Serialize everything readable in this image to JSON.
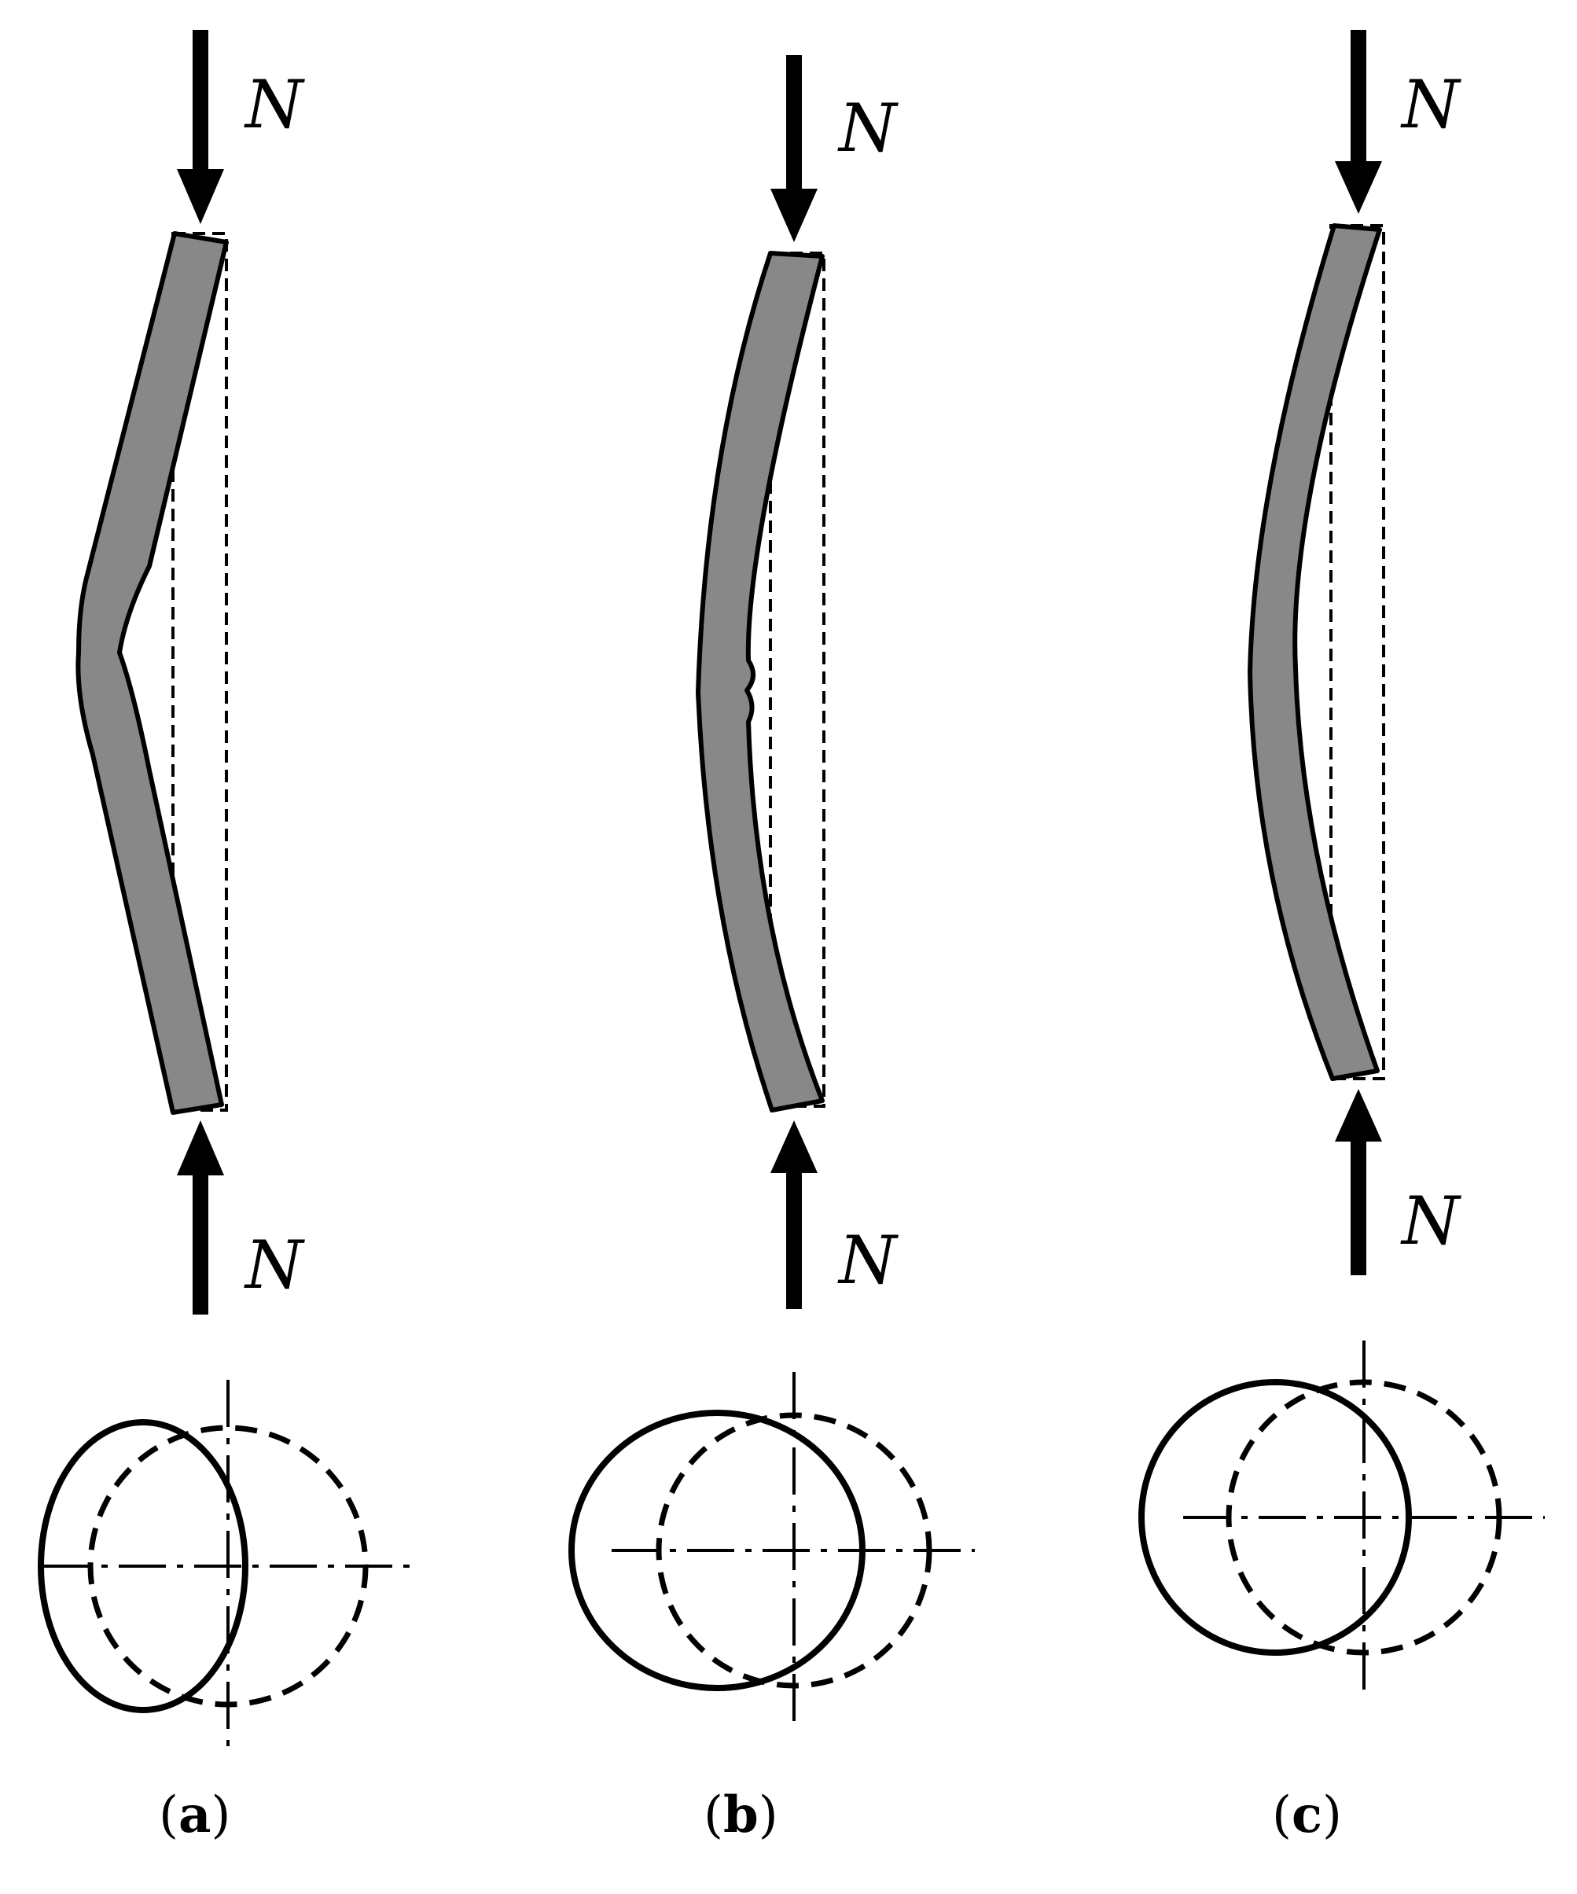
{
  "load_label": "N",
  "panels": [
    {
      "id": "a",
      "caption_open": "(",
      "caption_letter": "a",
      "caption_close": ")"
    },
    {
      "id": "b",
      "caption_open": "(",
      "caption_letter": "b",
      "caption_close": ")"
    },
    {
      "id": "c",
      "caption_open": "(",
      "caption_letter": "c",
      "caption_close": ")"
    }
  ],
  "colors": {
    "column_fill": "#888888",
    "stroke": "#000000",
    "background": "#ffffff"
  }
}
